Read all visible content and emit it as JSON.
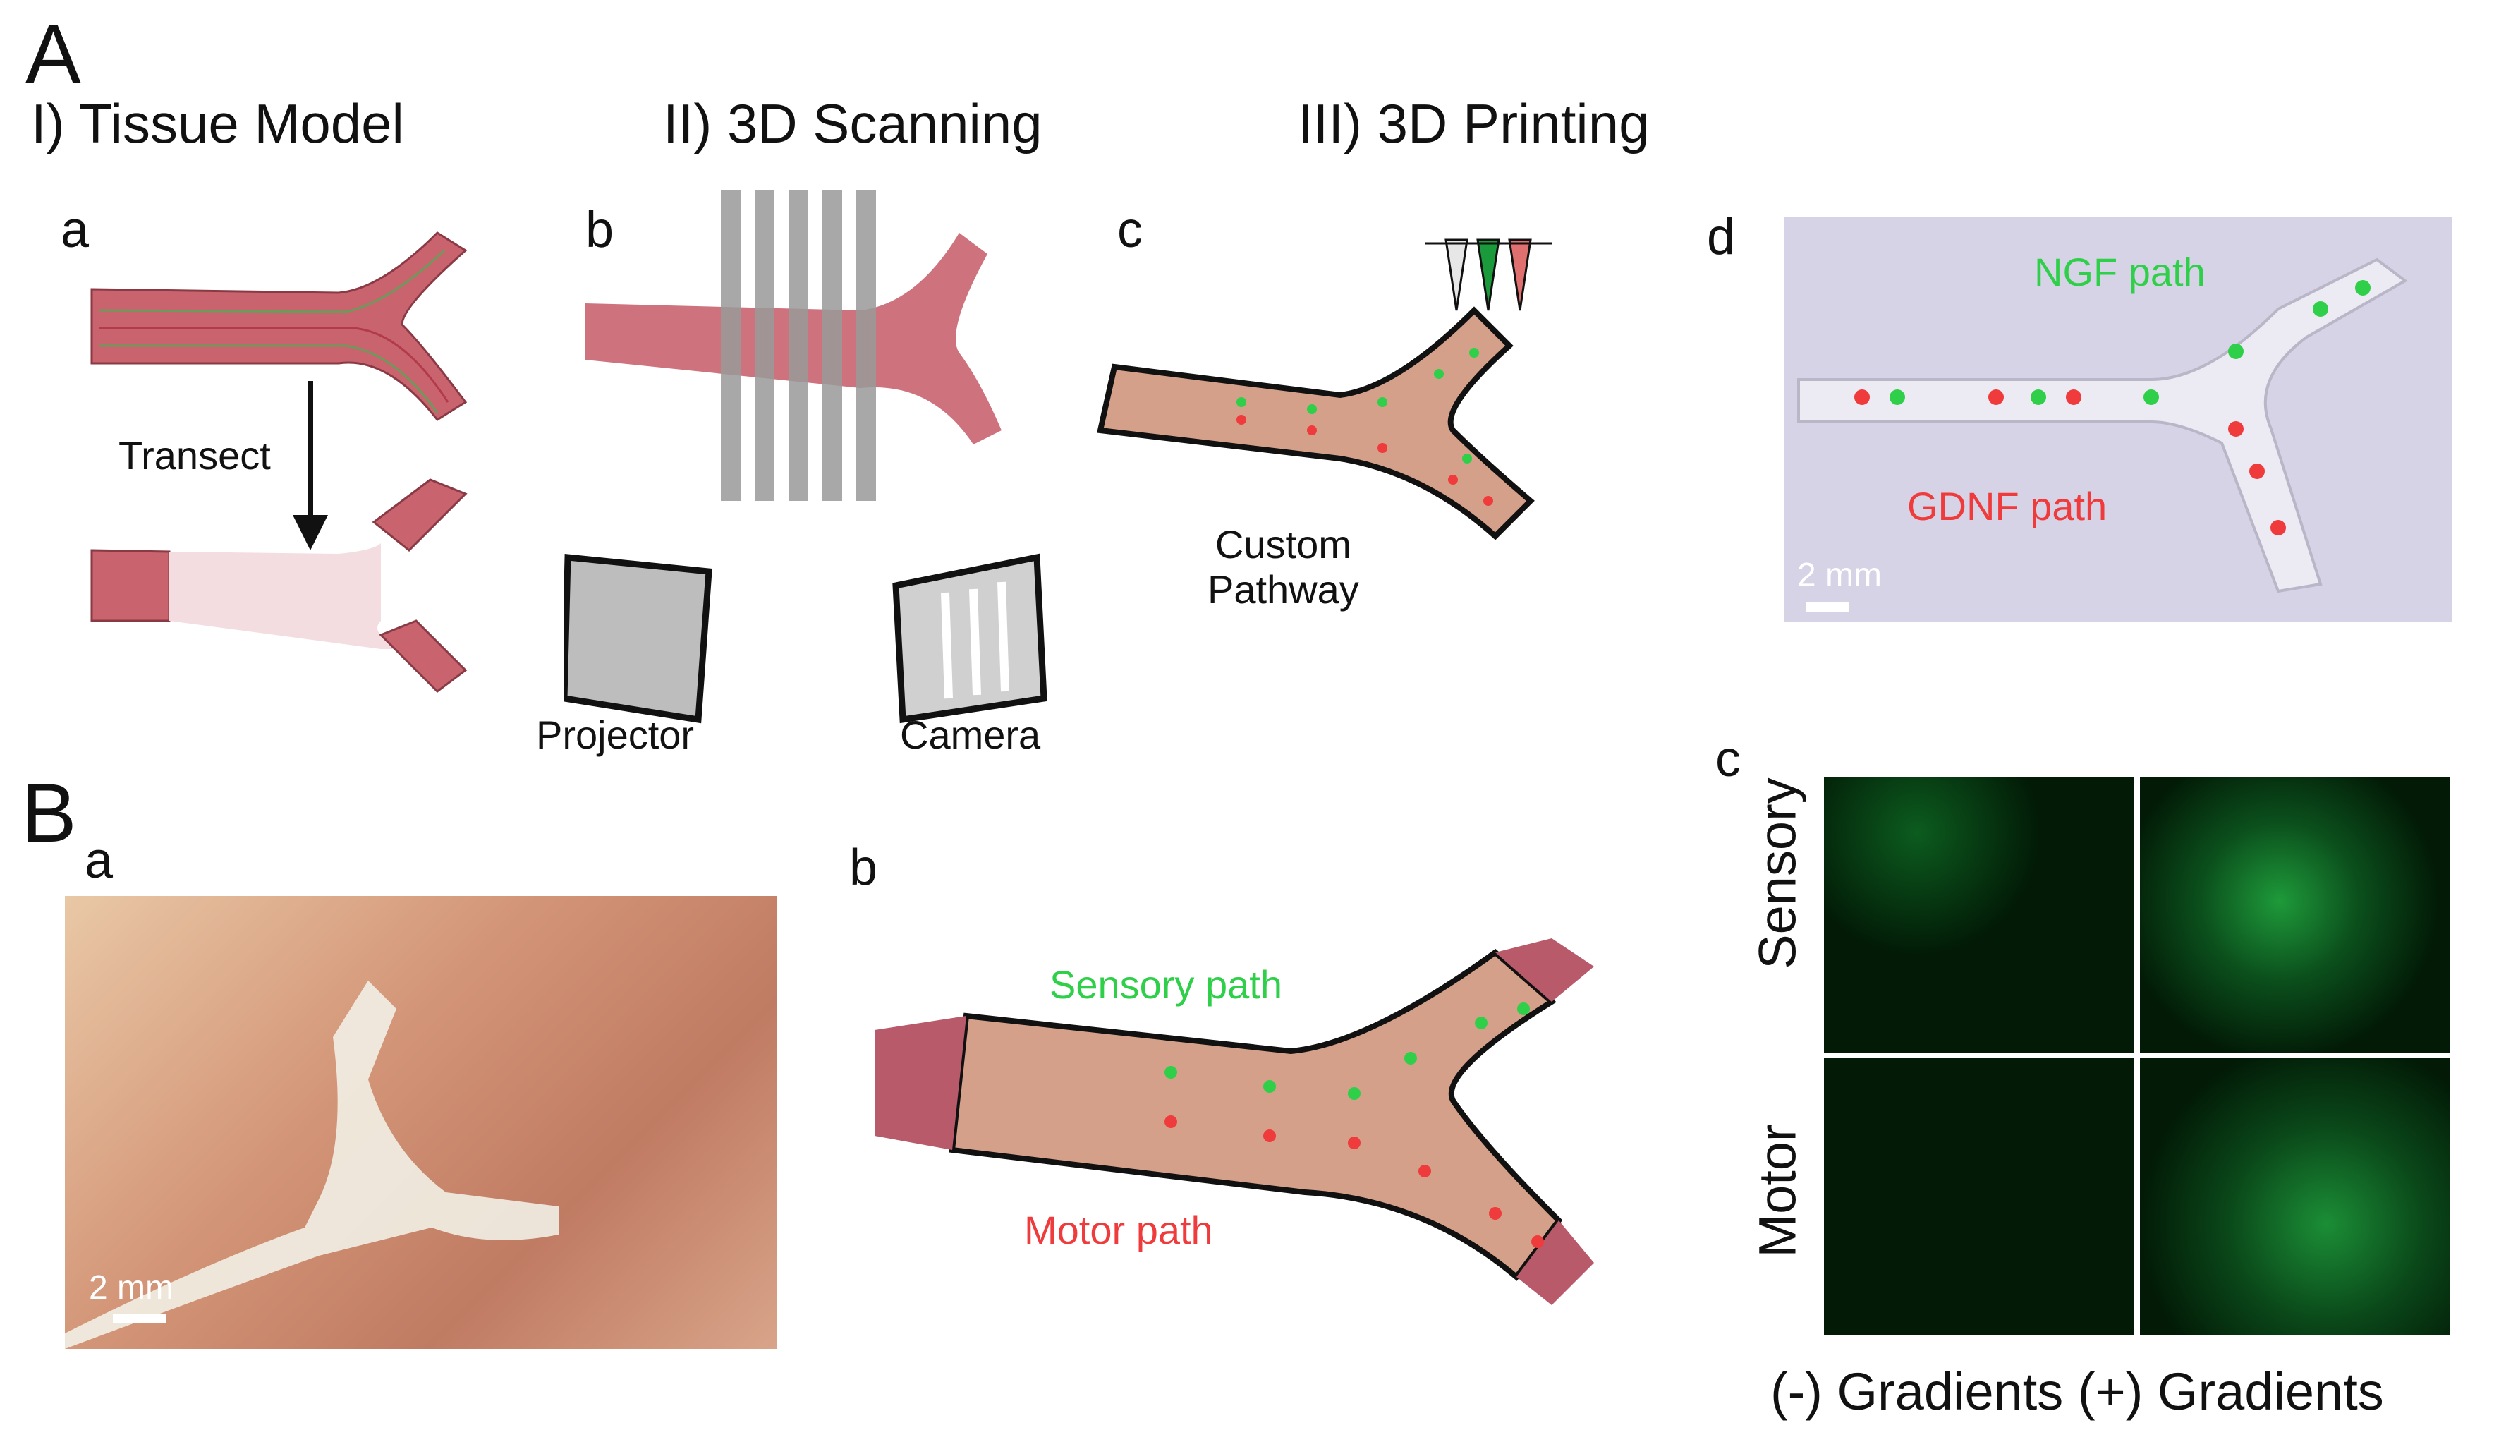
{
  "panel_A": {
    "letter": "A",
    "sections": {
      "tissue_model": "I) Tissue Model",
      "scanning": "II) 3D Scanning",
      "printing": "III) 3D Printing"
    },
    "sub_a": "a",
    "sub_b": "b",
    "sub_c": "c",
    "sub_d": "d",
    "transect_label": "Transect",
    "projector_label": "Projector",
    "camera_label": "Camera",
    "custom_pathway_label": "Custom\nPathway",
    "ngf_label": "NGF path",
    "gdnf_label": "GDNF path",
    "scale_bar_d": "2 mm"
  },
  "panel_B": {
    "letter": "B",
    "sub_a": "a",
    "sub_b": "b",
    "sub_c": "c",
    "scale_bar_a": "2 mm",
    "sensory_path_label": "Sensory path",
    "motor_path_label": "Motor path",
    "row_labels": [
      "Sensory",
      "Motor"
    ],
    "column_labels": [
      "(-) Gradients",
      "(+) Gradients"
    ],
    "column_caption": "(-) Gradients (+) Gradients"
  },
  "colors": {
    "nerve": "#c9646f",
    "nerve_dark": "#8a3a44",
    "conduit_fill": "#d4a08a",
    "green_path": "#2fcf4a",
    "red_path": "#ef3b3b",
    "micrograph_bg": "#021a06",
    "photo_bg": "#d89a7c"
  }
}
